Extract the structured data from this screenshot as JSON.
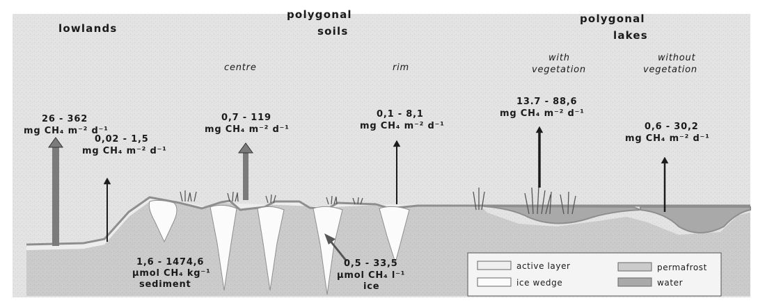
{
  "colors": {
    "sky": "#e3e3e3",
    "permafrost": "#cbcbcb",
    "active_layer": "#ededed",
    "ice_wedge": "#fbfbfb",
    "water": "#a9a9a9",
    "surface_line": "#8e8e8e",
    "thick_arrow": "#7b7b7b",
    "thin_arrow": "#1a1a1a"
  },
  "headings": {
    "lowlands": "lowlands",
    "polygonal_soils_1": "polygonal",
    "polygonal_soils_2": "soils",
    "polygonal_lakes_1": "polygonal",
    "polygonal_lakes_2": "lakes"
  },
  "subheadings": {
    "centre": "centre",
    "rim": "rim",
    "with_vegetation_1": "with",
    "with_vegetation_2": "vegetation",
    "without_vegetation_1": "without",
    "without_vegetation_2": "vegetation"
  },
  "fluxes": {
    "lowlands_high": {
      "range": "26 - 362",
      "unit": "mg CH₄ m⁻² d⁻¹"
    },
    "lowlands_low": {
      "range": "0,02 - 1,5",
      "unit": "mg CH₄ m⁻² d⁻¹"
    },
    "centre": {
      "range": "0,7 - 119",
      "unit": "mg CH₄ m⁻² d⁻¹"
    },
    "rim": {
      "range": "0,1 - 8,1",
      "unit": "mg CH₄ m⁻² d⁻¹"
    },
    "with_vegetation": {
      "range": "13.7 - 88,6",
      "unit": "mg CH₄ m⁻² d⁻¹"
    },
    "without_vegetation": {
      "range": "0,6 - 30,2",
      "unit": "mg CH₄ m⁻² d⁻¹"
    }
  },
  "sediment": {
    "range": "1,6 - 1474,6",
    "unit": "µmol CH₄ kg⁻¹",
    "medium": "sediment"
  },
  "ice": {
    "range": "0,5 - 33,5",
    "unit": "µmol CH₄ l⁻¹",
    "medium": "ice"
  },
  "legend": {
    "active_layer": "active layer",
    "ice_wedge": "ice wedge",
    "permafrost": "permafrost",
    "water": "water"
  }
}
